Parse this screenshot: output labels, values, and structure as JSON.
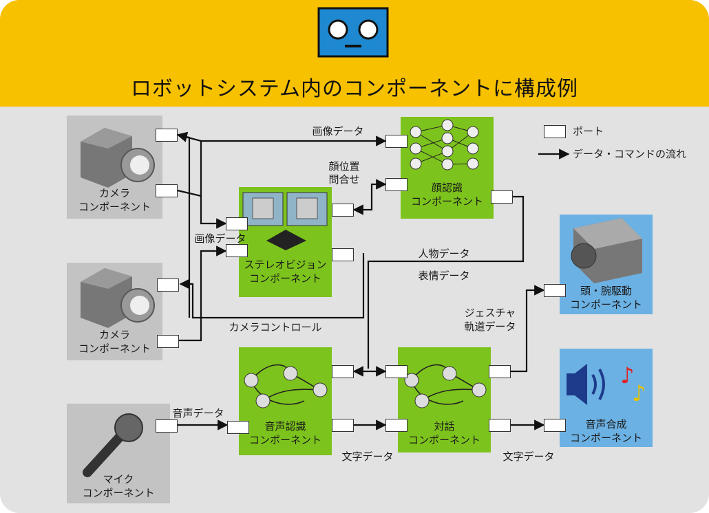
{
  "title": "ロボットシステム内のコンポーネントに構成例",
  "legend": {
    "port": "ポート",
    "flow": "データ・コマンドの流れ"
  },
  "components": {
    "camera1": {
      "line1": "カメラ",
      "line2": "コンポーネント"
    },
    "camera2": {
      "line1": "カメラ",
      "line2": "コンポーネント"
    },
    "mic": {
      "line1": "マイク",
      "line2": "コンポーネント"
    },
    "stereo": {
      "line1": "ステレオビジョン",
      "line2": "コンポーネント"
    },
    "face": {
      "line1": "顔認識",
      "line2": "コンポーネント"
    },
    "speech_rec": {
      "line1": "音声認識",
      "line2": "コンポーネント"
    },
    "dialog": {
      "line1": "対話",
      "line2": "コンポーネント"
    },
    "head": {
      "line1": "頭・腕駆動",
      "line2": "コンポーネント"
    },
    "speech_syn": {
      "line1": "音声合成",
      "line2": "コンポーネント"
    }
  },
  "labels": {
    "image_data_top": "画像データ",
    "face_pos_1": "顔位置",
    "face_pos_2": "問合せ",
    "image_data_mid": "画像データ",
    "person_data": "人物データ",
    "expression_data": "表情データ",
    "gesture_1": "ジェスチャ",
    "gesture_2": "軌道データ",
    "camera_control": "カメラコントロール",
    "audio_data": "音声データ",
    "text_data_1": "文字データ",
    "text_data_2": "文字データ"
  },
  "colors": {
    "header": "#f7c100",
    "background": "#e2e2e2",
    "component": "#7dc31d",
    "device": "#c3c3c3",
    "actuator": "#6cb1e3",
    "logo": "#1e88d0"
  }
}
